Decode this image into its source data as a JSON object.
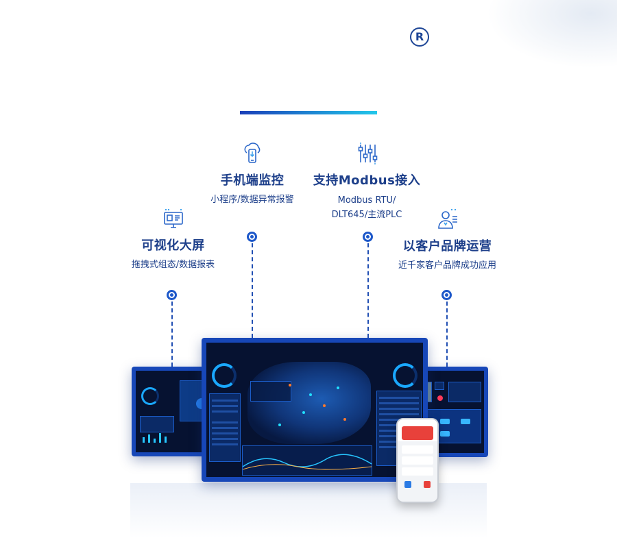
{
  "brand": {
    "registered_mark": "R"
  },
  "features": [
    {
      "icon": "monitor-dashboard-icon",
      "title": "可视化大屏",
      "desc": [
        "拖拽式组态/数据报表"
      ]
    },
    {
      "icon": "mobile-cloud-icon",
      "title": "手机端监控",
      "desc": [
        "小程序/数据异常报警"
      ]
    },
    {
      "icon": "sliders-icon",
      "title": "支持Modbus接入",
      "desc": [
        "Modbus RTU/",
        "DLT645/主流PLC"
      ]
    },
    {
      "icon": "customer-service-icon",
      "title": "以客户品牌运营",
      "desc": [
        "近千家客户品牌成功应用"
      ]
    }
  ],
  "colors": {
    "accent": "#1d3f8a",
    "line": "#214fb3",
    "gradient_start": "#1a3fb8",
    "gradient_end": "#22c7ea"
  }
}
